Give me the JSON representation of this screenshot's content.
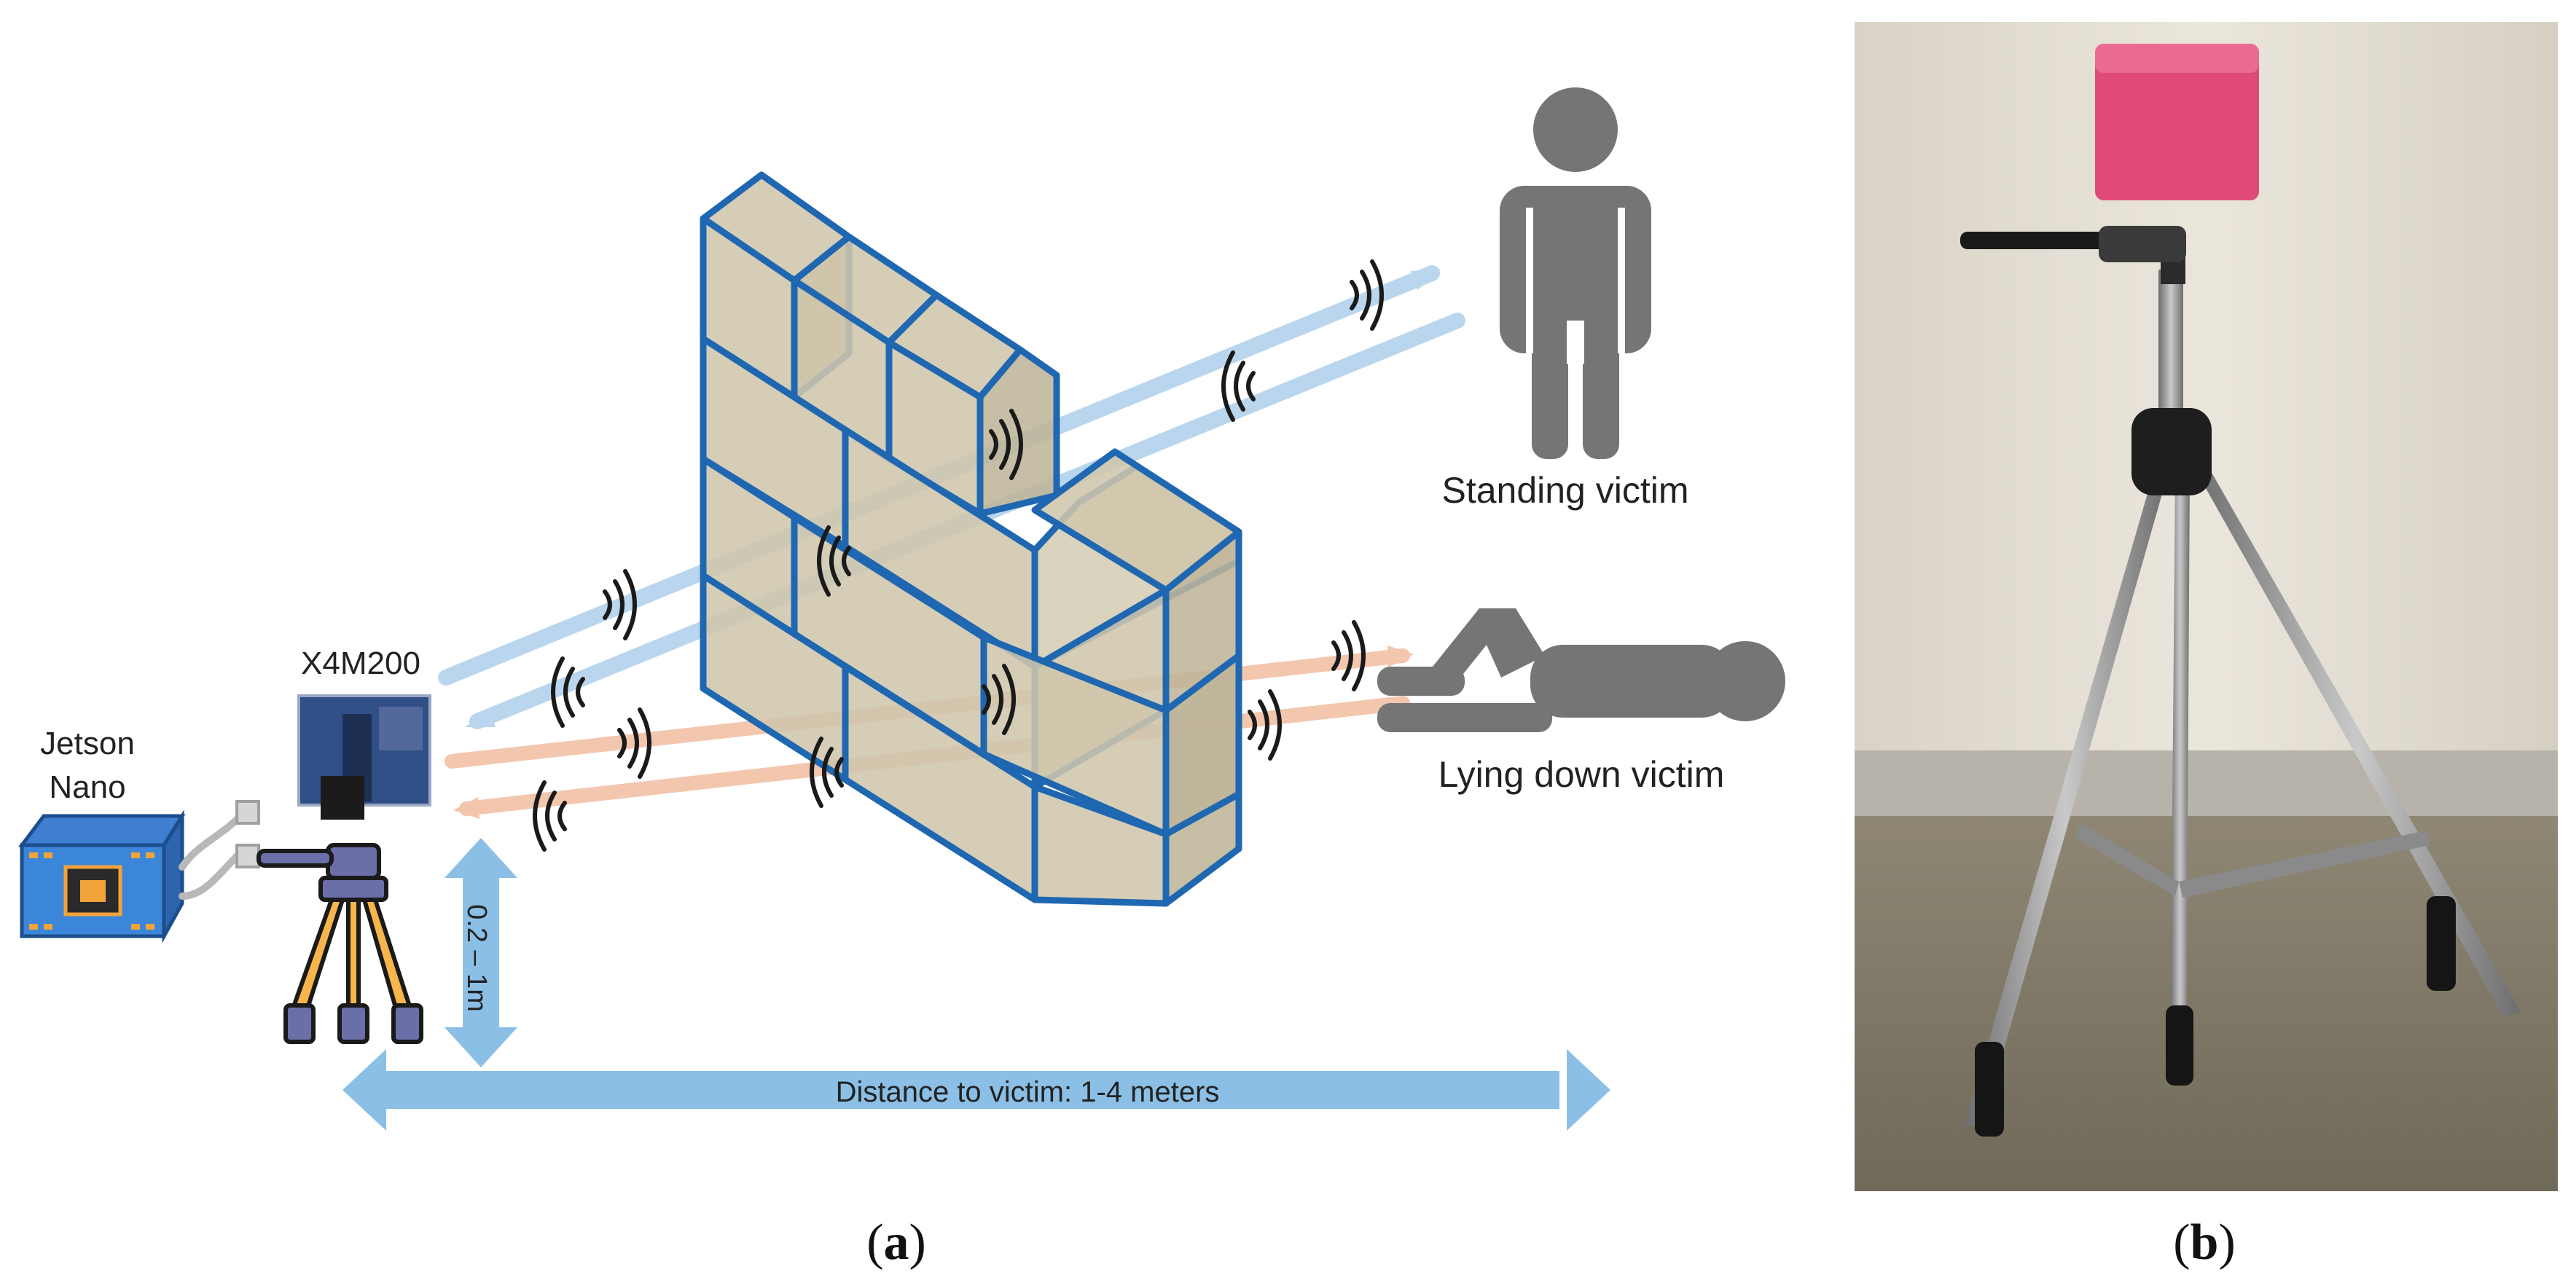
{
  "panel_a": {
    "caption_open": "(",
    "caption_letter": "a",
    "caption_close": ")",
    "labels": {
      "jetson_line1": "Jetson",
      "jetson_line2": "Nano",
      "radar": "X4M200",
      "height_range": "0.2 – 1m",
      "distance": "Distance to victim: 1-4 meters",
      "standing_victim": "Standing victim",
      "lying_victim": "Lying down victim"
    }
  },
  "panel_b": {
    "caption_open": "(",
    "caption_letter": "b",
    "caption_close": ")"
  },
  "colors": {
    "wall_fill": "#cfc6ac",
    "wall_stroke": "#1f67b1",
    "arrow_blue": "#8bbfe6",
    "beam_blue": "#b9d6ee",
    "beam_orange": "#f3c6ae",
    "victim_gray": "#757575",
    "tripod_orange": "#f7b64b",
    "radar_box_pink": "#e04a78"
  },
  "icons": [
    "jetson-nano-icon",
    "usb-cable-icon",
    "radar-board-icon",
    "tripod-icon",
    "standing-person-icon",
    "lying-person-icon",
    "wave-icon"
  ]
}
